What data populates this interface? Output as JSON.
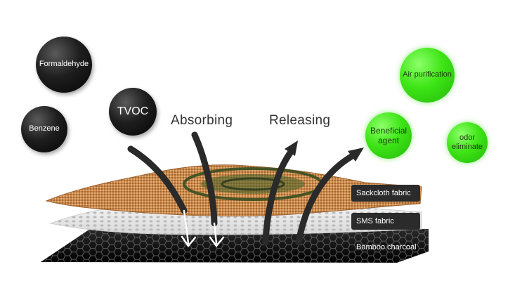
{
  "pollutants": [
    {
      "id": "formaldehyde",
      "label": "Formaldehyde"
    },
    {
      "id": "benzene",
      "label": "Benzene"
    },
    {
      "id": "tvoc",
      "label": "TVOC"
    }
  ],
  "benefits": [
    {
      "id": "air-purification",
      "label": "Air purification"
    },
    {
      "id": "beneficial-agent",
      "label": "Beneficial agent"
    },
    {
      "id": "odor-eliminate",
      "label": "odor eliminate"
    }
  ],
  "process": {
    "absorbing": "Absorbing",
    "releasing": "Releasing"
  },
  "layers": [
    {
      "id": "sackcloth",
      "label": "Sackcloth fabric",
      "color": "#c98a4e"
    },
    {
      "id": "sms",
      "label": "SMS fabric",
      "color": "#e9e9e9"
    },
    {
      "id": "bamboo",
      "label": "Bamboo charcoal",
      "color": "#111111"
    }
  ],
  "colors": {
    "pollutant": "#0d0d0d",
    "benefit": "#3ee516",
    "tag": "#2b2b2b"
  }
}
